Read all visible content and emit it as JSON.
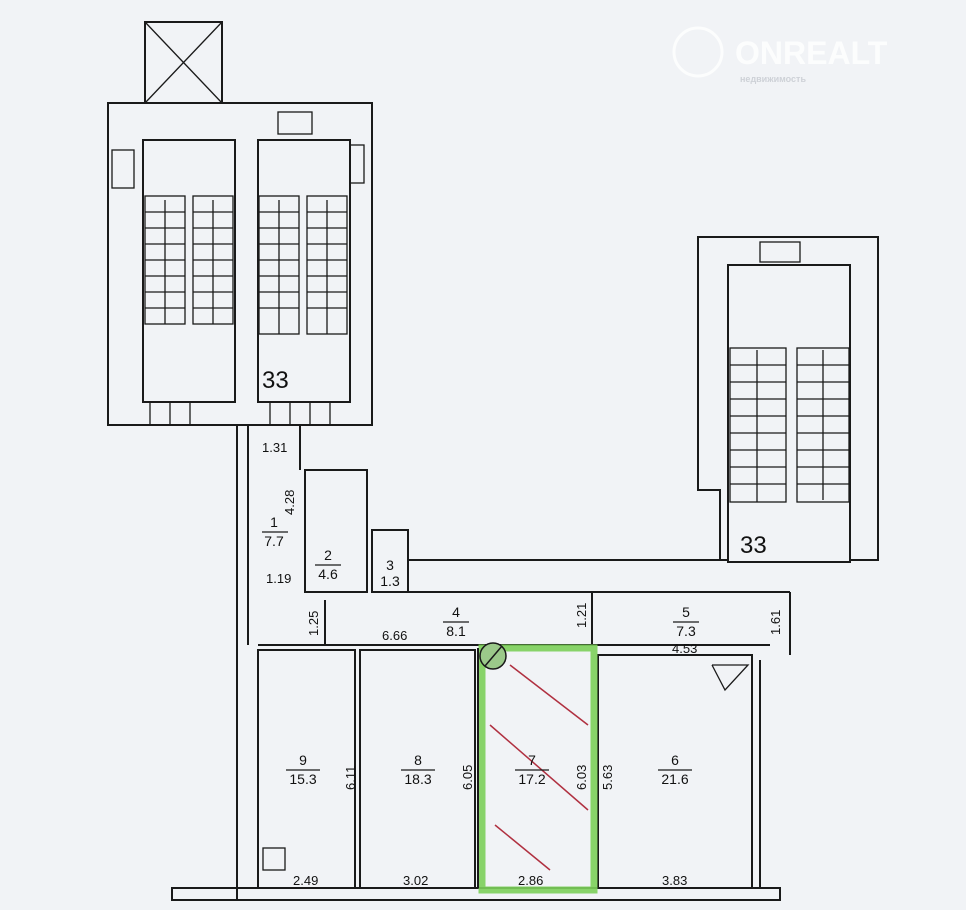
{
  "watermark": {
    "brand": "ONREALT",
    "tagline": "недвижимость"
  },
  "stairwells": [
    {
      "label": "33"
    },
    {
      "label": "33"
    }
  ],
  "rooms": [
    {
      "number": "1",
      "area": "7.7"
    },
    {
      "number": "2",
      "area": "4.6"
    },
    {
      "number": "3",
      "area": "1.3"
    },
    {
      "number": "4",
      "area": "8.1"
    },
    {
      "number": "5",
      "area": "7.3"
    },
    {
      "number": "6",
      "area": "21.6"
    },
    {
      "number": "7",
      "area": "17.2"
    },
    {
      "number": "8",
      "area": "18.3"
    },
    {
      "number": "9",
      "area": "15.3"
    }
  ],
  "dimensions": [
    "1.31",
    "4.28",
    "1.19",
    "1.25",
    "6.66",
    "1.21",
    "4.53",
    "1.61",
    "6.11",
    "6.05",
    "6.03",
    "5.63",
    "2.49",
    "3.02",
    "2.86",
    "3.83"
  ],
  "colors": {
    "highlight": "#7ccf5a",
    "hatch": "#b03040",
    "wall": "#1a1a1a"
  }
}
